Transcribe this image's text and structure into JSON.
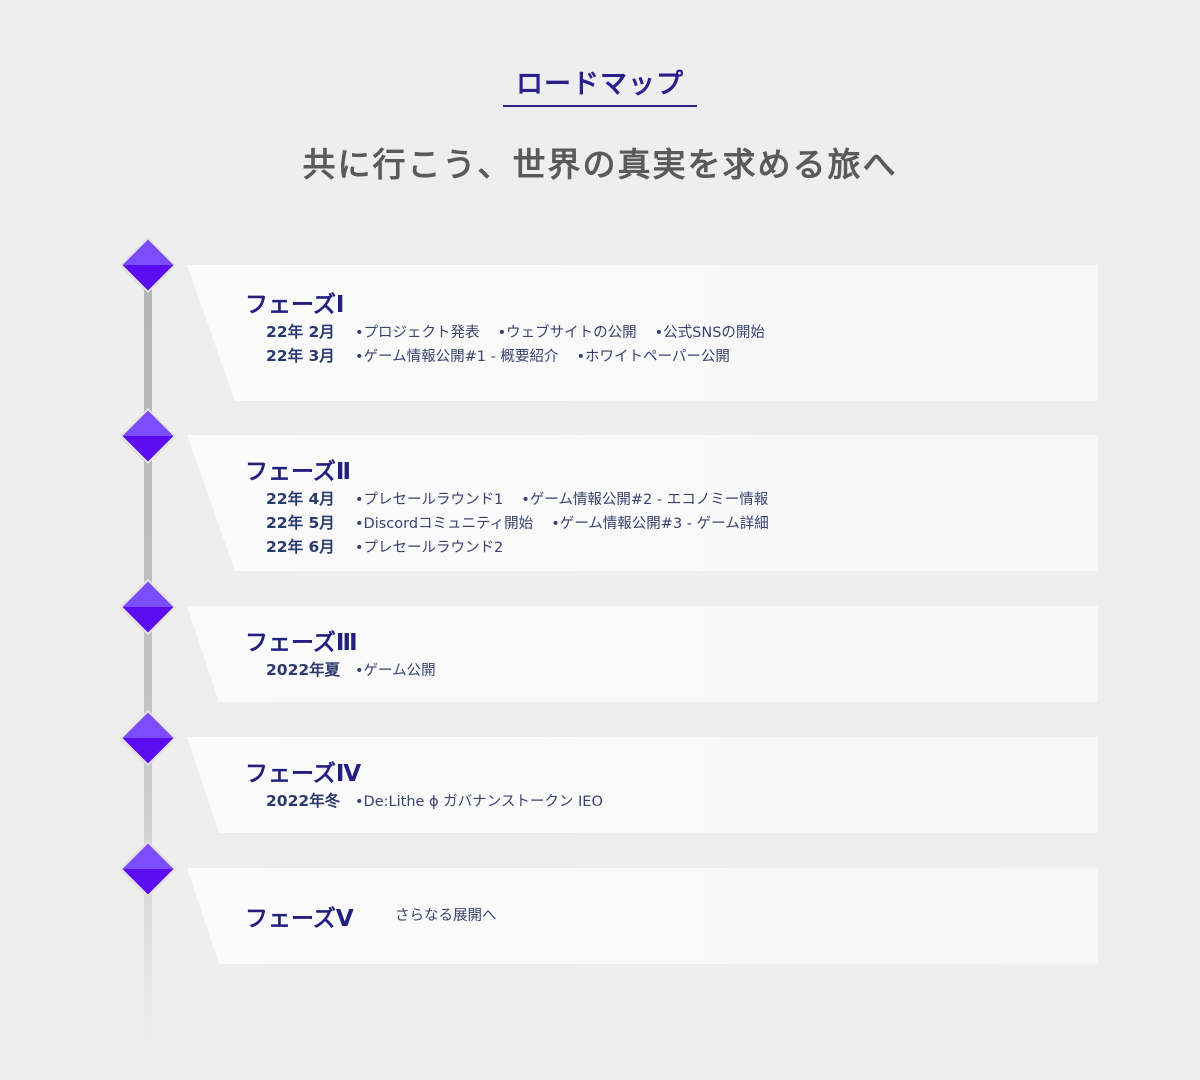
{
  "header": {
    "title": "ロードマップ",
    "subtitle": "共に行こう、世界の真実を求める旅へ"
  },
  "phases": [
    {
      "name": "フェーズⅠ",
      "rows": [
        {
          "date": "22年 2月",
          "items": [
            "•プロジェクト発表",
            "•ウェブサイトの公開",
            "•公式SNSの開始"
          ]
        },
        {
          "date": "22年 3月",
          "items": [
            "•ゲーム情報公開#1 - 概要紹介",
            "•ホワイトペーパー公開"
          ]
        }
      ]
    },
    {
      "name": "フェーズⅡ",
      "rows": [
        {
          "date": "22年 4月",
          "items": [
            "•プレセールラウンド1",
            "•ゲーム情報公開#2 - エコノミー情報"
          ]
        },
        {
          "date": "22年 5月",
          "items": [
            "•Discordコミュニティ開始",
            "•ゲーム情報公開#3 - ゲーム詳細"
          ]
        },
        {
          "date": "22年 6月",
          "items": [
            "•プレセールラウンド2"
          ]
        }
      ]
    },
    {
      "name": "フェーズⅢ",
      "rows": [
        {
          "date": "2022年夏",
          "items": [
            "•ゲーム公開"
          ]
        }
      ]
    },
    {
      "name": "フェーズⅣ",
      "rows": [
        {
          "date": "2022年冬",
          "items": [
            "•De:Lithe ɸ ガバナンストークン IEO"
          ]
        }
      ]
    },
    {
      "name": "フェーズⅤ",
      "note": "さらなる展開へ"
    }
  ]
}
